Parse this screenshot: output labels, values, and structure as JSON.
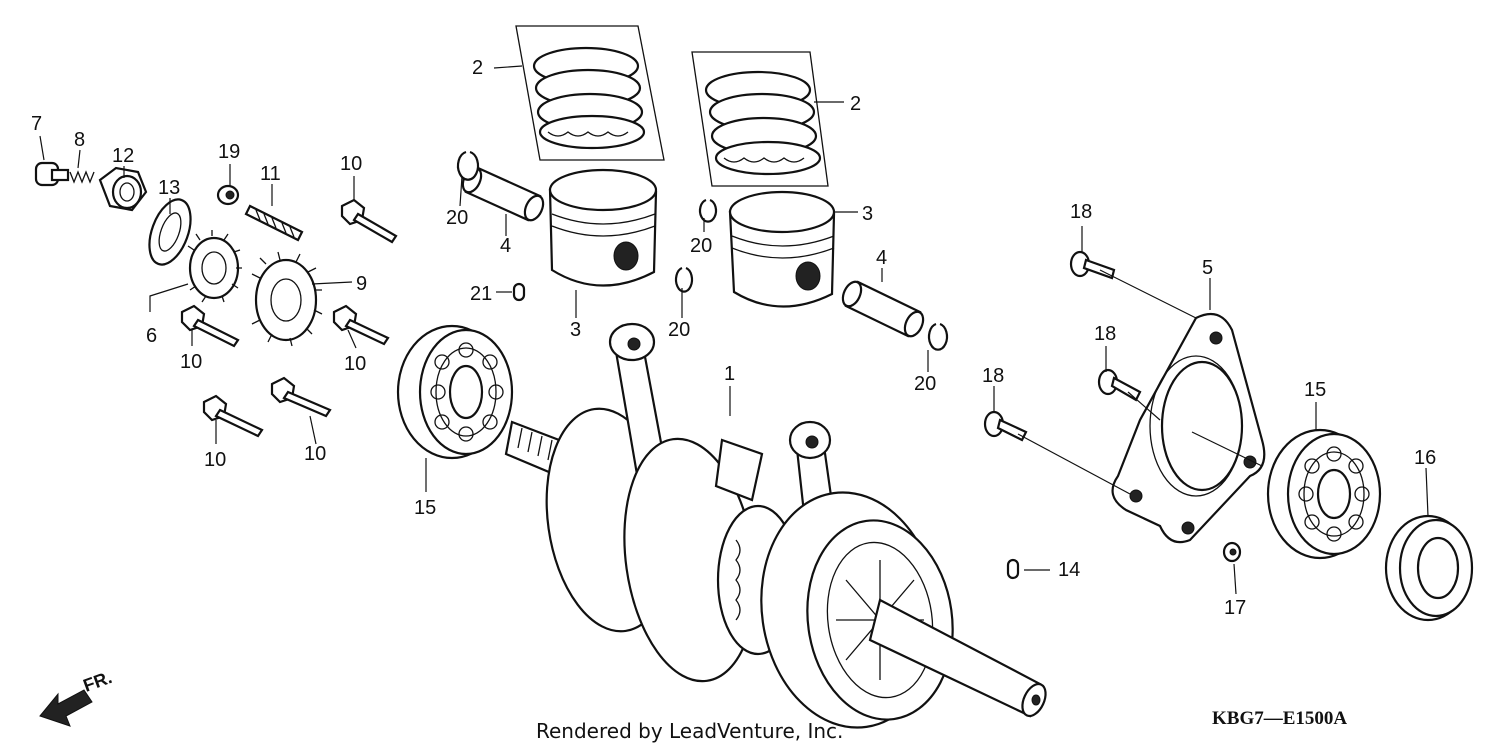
{
  "diagram": {
    "callouts": [
      {
        "id": "c7",
        "text": "7"
      },
      {
        "id": "c8",
        "text": "8"
      },
      {
        "id": "c12",
        "text": "12"
      },
      {
        "id": "c13",
        "text": "13"
      },
      {
        "id": "c19",
        "text": "19"
      },
      {
        "id": "c11",
        "text": "11"
      },
      {
        "id": "c10a",
        "text": "10"
      },
      {
        "id": "c9",
        "text": "9"
      },
      {
        "id": "c6",
        "text": "6"
      },
      {
        "id": "c10b",
        "text": "10"
      },
      {
        "id": "c10c",
        "text": "10"
      },
      {
        "id": "c10d",
        "text": "10"
      },
      {
        "id": "c10e",
        "text": "10"
      },
      {
        "id": "c2a",
        "text": "2"
      },
      {
        "id": "c2b",
        "text": "2"
      },
      {
        "id": "c20a",
        "text": "20"
      },
      {
        "id": "c4a",
        "text": "4"
      },
      {
        "id": "c21",
        "text": "21"
      },
      {
        "id": "c3a",
        "text": "3"
      },
      {
        "id": "c3b",
        "text": "3"
      },
      {
        "id": "c20b",
        "text": "20"
      },
      {
        "id": "c20c",
        "text": "20"
      },
      {
        "id": "c4b",
        "text": "4"
      },
      {
        "id": "c20d",
        "text": "20"
      },
      {
        "id": "c1",
        "text": "1"
      },
      {
        "id": "c15a",
        "text": "15"
      },
      {
        "id": "c18a",
        "text": "18"
      },
      {
        "id": "c5",
        "text": "5"
      },
      {
        "id": "c18b",
        "text": "18"
      },
      {
        "id": "c18c",
        "text": "18"
      },
      {
        "id": "c15b",
        "text": "15"
      },
      {
        "id": "c16",
        "text": "16"
      },
      {
        "id": "c14",
        "text": "14"
      },
      {
        "id": "c17",
        "text": "17"
      }
    ],
    "direction_label": "FR.",
    "credit": "Rendered by LeadVenture, Inc.",
    "diagram_code": "KBG7—E1500A"
  }
}
